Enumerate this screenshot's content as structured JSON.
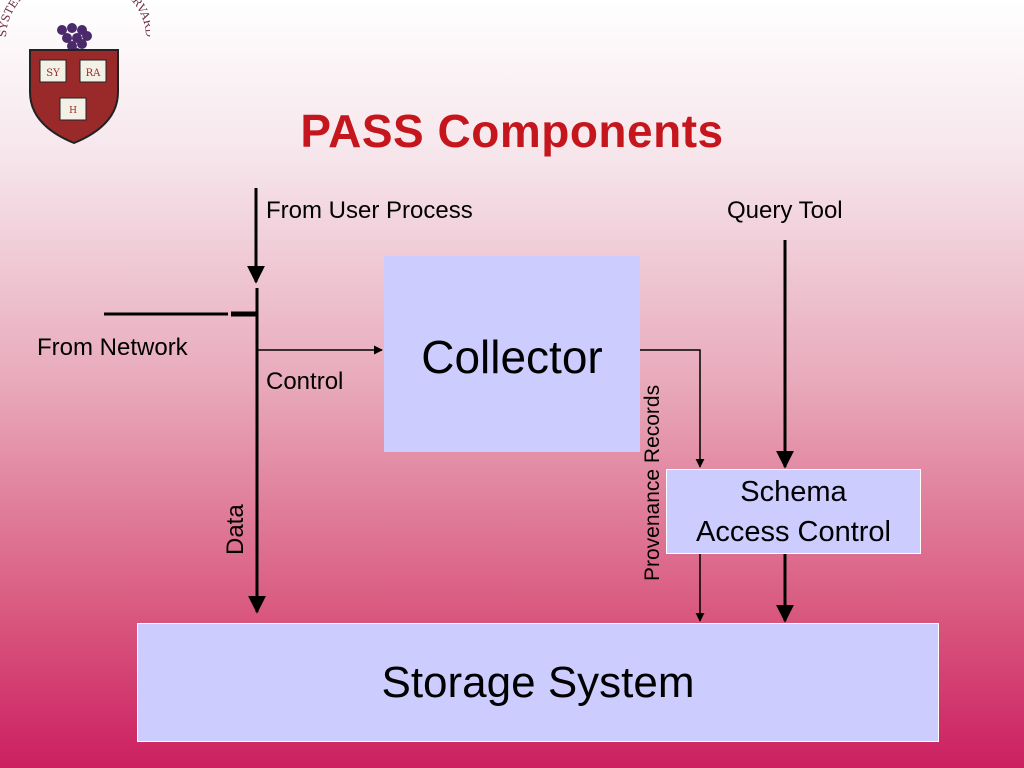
{
  "title": "PASS Components",
  "logo": {
    "arc_text": "SYSTEMS RESEARCH AT HARVARD",
    "book_left": "SY",
    "book_right": "RA",
    "book_bottom": "H"
  },
  "boxes": {
    "collector": "Collector",
    "schema_line1": "Schema",
    "schema_line2": "Access Control",
    "storage": "Storage System"
  },
  "labels": {
    "from_user_process": "From User Process",
    "query_tool": "Query Tool",
    "from_network": "From Network",
    "control": "Control",
    "data": "Data",
    "provenance_records": "Provenance  Records"
  }
}
